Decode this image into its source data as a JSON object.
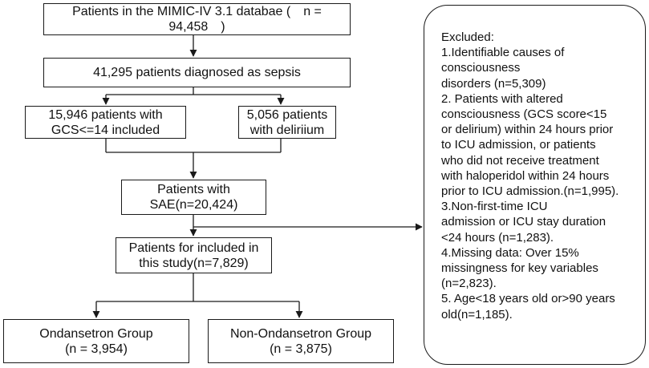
{
  "flowchart": {
    "top": {
      "text": "Patients in the MIMIC-IV 3.1 databae (　n = 94,458　)"
    },
    "sepsis": {
      "text": "41,295 patients diagnosed as sepsis"
    },
    "gcs": {
      "line1": "15,946 patients with",
      "line2": "GCS<=14 included"
    },
    "delirium": {
      "line1": "5,056 patients",
      "line2": "with deliriium"
    },
    "sae": {
      "line1": "Patients with",
      "line2": "SAE(n=20,424)"
    },
    "study": {
      "line1": "Patients for included in",
      "line2": "this study(n=7,829)"
    },
    "ondansetron": {
      "line1": "Ondansetron Group",
      "line2": "(n = 3,954)"
    },
    "non_ondansetron": {
      "line1": "Non-Ondansetron Group",
      "line2": "(n = 3,875)"
    }
  },
  "excluded": {
    "lines": [
      "Excluded:",
      "1.Identifiable causes of",
      "consciousness",
      "disorders (n=5,309)",
      "2. Patients with altered",
      "consciousness (GCS score<15",
      "or delirium) within 24 hours prior",
      "to ICU admission, or patients",
      "who did not receive treatment",
      "with haloperidol within 24 hours",
      "prior to ICU admission.(n=1,995).",
      "3.Non-first-time ICU",
      "admission or ICU stay duration",
      "<24 hours (n=1,283).",
      "4.Missing data: Over 15%",
      "missingness for key variables",
      "(n=2,823).",
      "5. Age<18 years old or>90 years",
      "old(n=1,185)."
    ]
  }
}
